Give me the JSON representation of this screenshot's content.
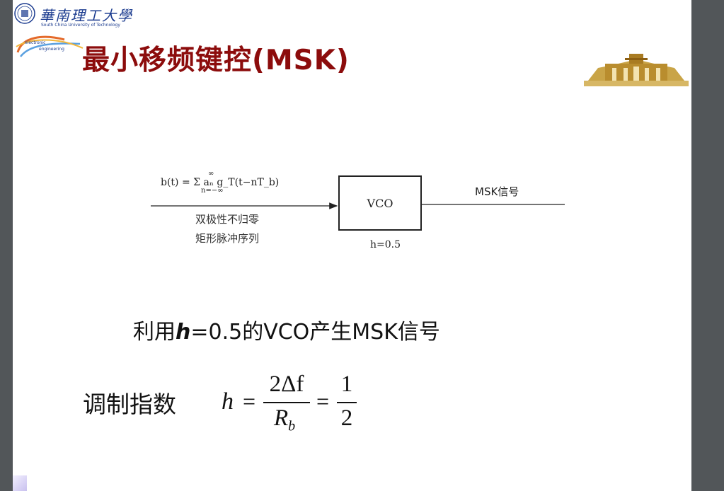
{
  "header": {
    "university_cn": "華南理工大學",
    "university_en": "South China University of Technology",
    "swoosh_text_1": "electronic",
    "swoosh_text_2": "engineering",
    "title": "最小移频键控(MSK)"
  },
  "diagram": {
    "input_formula": "b(t) = Σ aₙ g_T(t−nT_b)",
    "input_formula_sum_top": "∞",
    "input_formula_sum_bottom": "n=−∞",
    "input_label_1": "双极性不归零",
    "input_label_2": "矩形脉冲序列",
    "block_label": "VCO",
    "block_param": "h=0.5",
    "output_label": "MSK信号"
  },
  "statement": {
    "prefix": "利用",
    "h": "h",
    "rest": "=0.5的VCO产生MSK信号"
  },
  "modulation_index": {
    "label": "调制指数",
    "lhs": "h",
    "eq": "=",
    "numerator": "2Δf",
    "denominator": "R",
    "denominator_sub": "b",
    "eq2": "=",
    "result_num": "1",
    "result_den": "2"
  },
  "colors": {
    "title": "#8c0c0c",
    "university": "#1b3b8f",
    "viewer_bg": "#525659"
  }
}
